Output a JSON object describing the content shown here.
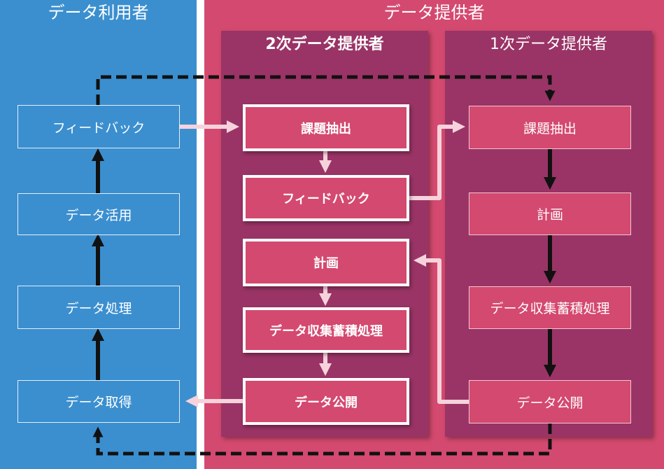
{
  "panels": {
    "user_title": "データ利用者",
    "provider_title": "データ提供者"
  },
  "columns": {
    "secondary_title": "2次データ提供者",
    "primary_title": "1次データ提供者"
  },
  "user_steps": [
    "フィードバック",
    "データ活用",
    "データ処理",
    "データ取得"
  ],
  "secondary_steps": [
    "課題抽出",
    "フィードバック",
    "計画",
    "データ収集蓄積処理",
    "データ公開"
  ],
  "primary_steps": [
    "課題抽出",
    "計画",
    "データ収集蓄積処理",
    "データ公開"
  ],
  "colors": {
    "user_blue": "#3b8fcf",
    "provider_pink": "#d4496f",
    "column_purple": "#9a3466",
    "light_arrow": "#f6d3dc",
    "dark_arrow": "#111111"
  }
}
